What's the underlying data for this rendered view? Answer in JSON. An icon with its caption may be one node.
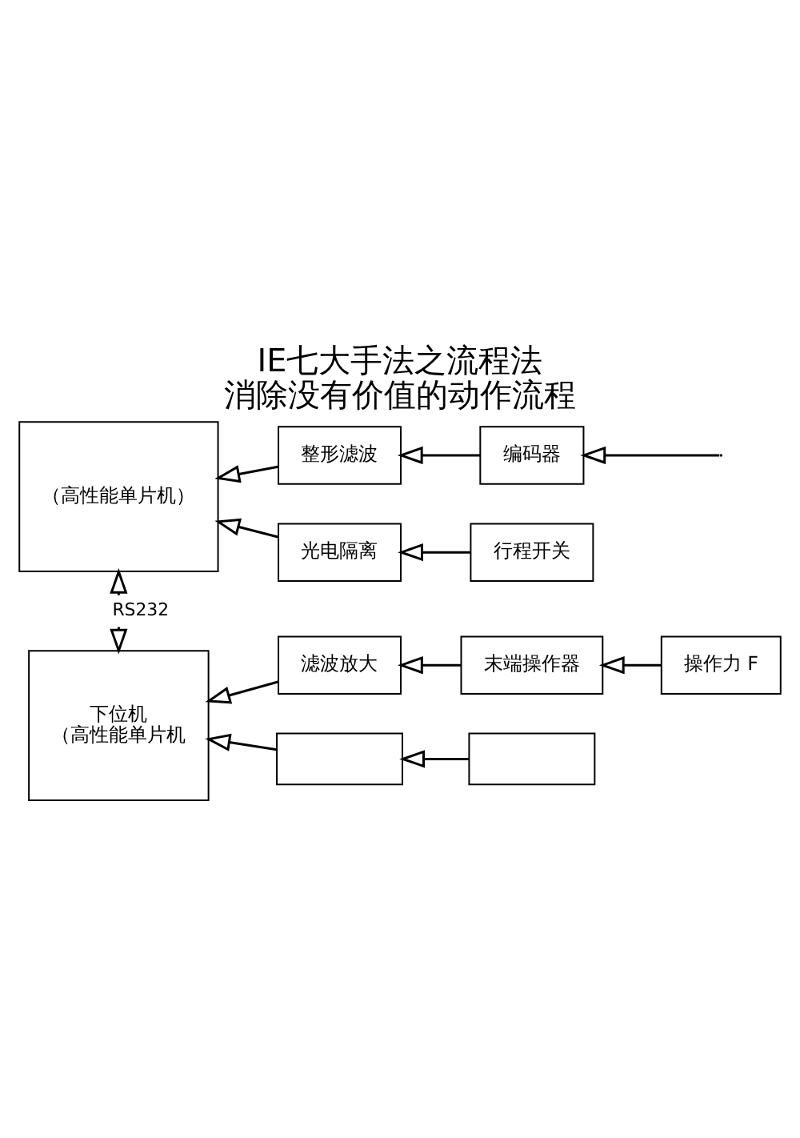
{
  "diagram": {
    "title": "IE七大手法之流程法",
    "caption": "消除没有价值的动作流程",
    "nodes": [
      {
        "text": [
          "（高性能单片机）"
        ]
      },
      {
        "text": [
          "整形滤波"
        ]
      },
      {
        "text": [
          "编码器"
        ]
      },
      {
        "text": [
          "光电隔离"
        ]
      },
      {
        "text": [
          "行程开关"
        ]
      },
      {
        "text": [
          "下位机",
          "（高性能单片机"
        ]
      },
      {
        "text": [
          "滤波放大"
        ]
      },
      {
        "text": [
          "末端操作器"
        ]
      },
      {
        "text": [
          "操作力 F"
        ]
      },
      {
        "text": [],
        "shape": "box"
      },
      {
        "text": [],
        "shape": "box"
      }
    ],
    "edges": [
      {
        "from": null,
        "to": 2,
        "arrow": "to"
      },
      {
        "from": 2,
        "to": 1,
        "arrow": "to"
      },
      {
        "from": 1,
        "to": 0,
        "arrow": "to"
      },
      {
        "from": 4,
        "to": 3,
        "arrow": "to"
      },
      {
        "from": 3,
        "to": 0,
        "arrow": "to"
      },
      {
        "from": 0,
        "to": 5,
        "arrow": "both",
        "label": "RS232"
      },
      {
        "from": 8,
        "to": 7,
        "arrow": "to"
      },
      {
        "from": 7,
        "to": 6,
        "arrow": "to"
      },
      {
        "from": 6,
        "to": 5,
        "arrow": "to"
      },
      {
        "from": 10,
        "to": 9,
        "arrow": "to"
      },
      {
        "from": 9,
        "to": 5,
        "arrow": "to"
      }
    ]
  }
}
